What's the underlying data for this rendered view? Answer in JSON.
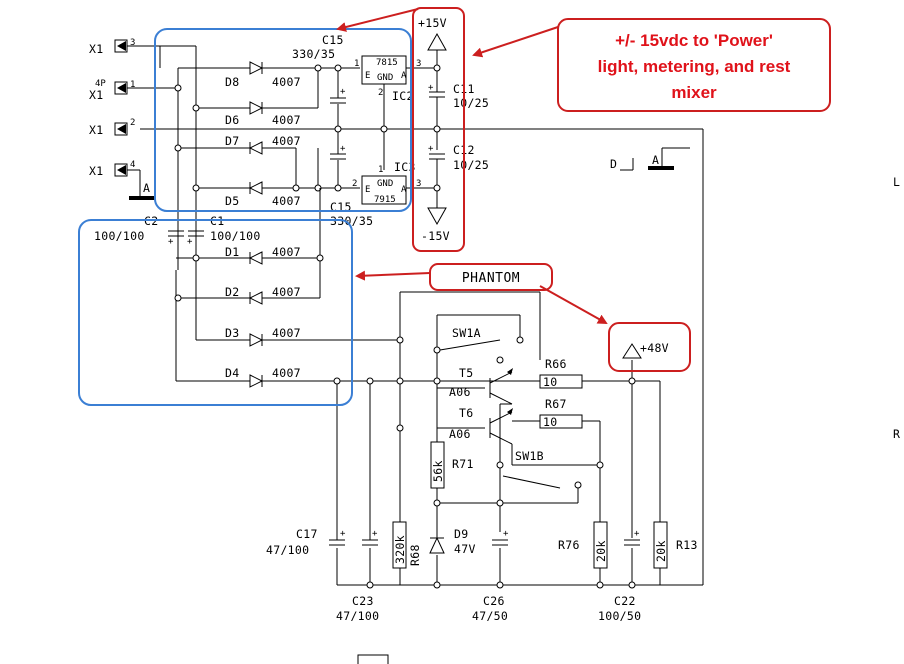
{
  "callouts": {
    "power_line1": "+/- 15vdc  to 'Power'",
    "power_line2": "light, metering, and rest",
    "power_line3": "mixer",
    "phantom": "PHANTOM"
  },
  "connectors": {
    "x1_a": "X1",
    "x1_a_pin": "3",
    "x1_b_prefix": "4P",
    "x1_b": "X1",
    "x1_b_pin": "1",
    "x1_c": "X1",
    "x1_c_pin": "2",
    "x1_d": "X1",
    "x1_d_pin": "4",
    "ground_a": "A"
  },
  "rails": {
    "pos": "+15V",
    "neg": "-15V",
    "phantom": "+48V"
  },
  "diodes": {
    "d8": "D8",
    "d6": "D6",
    "d7": "D7",
    "d5": "D5",
    "d1": "D1",
    "d2": "D2",
    "d3": "D3",
    "d4": "D4",
    "d9": "D9",
    "part": "4007",
    "d9_value": "47V"
  },
  "regulators": {
    "ic2": "IC2",
    "ic2_part": "7815",
    "ic3": "IC3",
    "ic3_part": "7915",
    "gnd": "GND",
    "e": "E",
    "a": "A",
    "pin1": "1",
    "pin2": "2",
    "pin3": "3"
  },
  "capacitors": {
    "c15_top": "C15",
    "c15_top_val": "330/35",
    "c15_bot": "C15",
    "c15_bot_val": "330/35",
    "c11": "C11",
    "c11_val": "10/25",
    "c12": "C12",
    "c12_val": "10/25",
    "c2": "C2",
    "c2_val": "100/100",
    "c1": "C1",
    "c1_val": "100/100",
    "c17": "C17",
    "c17_val": "47/100",
    "c23": "C23",
    "c23_val": "47/100",
    "c26": "C26",
    "c26_val": "47/50",
    "c22": "C22",
    "c22_val": "100/50"
  },
  "transistors": {
    "t5": "T5",
    "t5_part": "A06",
    "t6": "T6",
    "t6_part": "A06"
  },
  "resistors": {
    "r66": "R66",
    "r66_val": "10",
    "r67": "R67",
    "r67_val": "10",
    "r71": "R71",
    "r71_val": "56k",
    "r68": "R68",
    "r68_val": "320k",
    "r76": "R76",
    "r76_val": "20k",
    "r13": "R13",
    "r13_val": "20k"
  },
  "switches": {
    "sw1a": "SW1A",
    "sw1b": "SW1B"
  },
  "margin": {
    "d": "D",
    "a": "A",
    "l": "L",
    "r": "R"
  }
}
